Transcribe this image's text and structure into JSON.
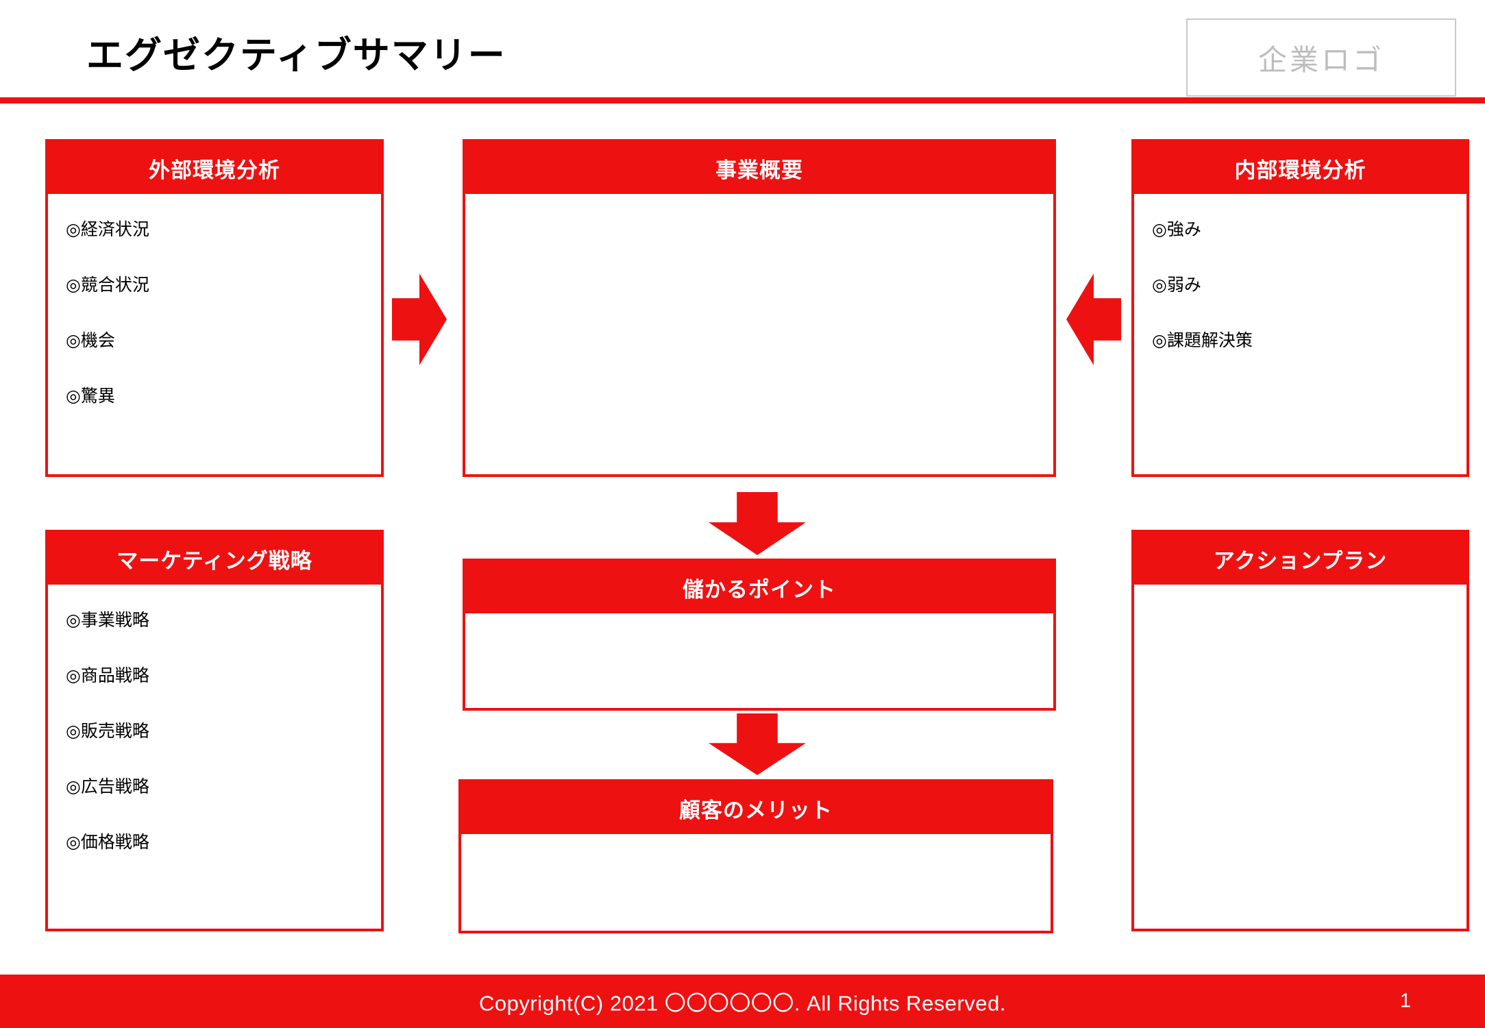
{
  "colors": {
    "accent": "#EE1111",
    "logo_border": "#C9C9C9",
    "logo_text": "#BDBDBD"
  },
  "header": {
    "title": "エグゼクティブサマリー",
    "logo_placeholder": "企業ロゴ"
  },
  "panels": {
    "external": {
      "title": "外部環境分析",
      "items": [
        "◎経済状況",
        "◎競合状況",
        "◎機会",
        "◎驚異"
      ]
    },
    "overview": {
      "title": "事業概要"
    },
    "internal": {
      "title": "内部環境分析",
      "items": [
        "◎強み",
        "◎弱み",
        "◎課題解決策"
      ]
    },
    "marketing": {
      "title": "マーケティング戦略",
      "items": [
        "◎事業戦略",
        "◎商品戦略",
        "◎販売戦略",
        "◎広告戦略",
        "◎価格戦略"
      ]
    },
    "profit": {
      "title": "儲かるポイント"
    },
    "merit": {
      "title": "顧客のメリット"
    },
    "action": {
      "title": "アクションプラン"
    }
  },
  "icons": {
    "arrow_right": "red block arrow pointing right",
    "arrow_left": "red block arrow pointing left",
    "arrow_down": "red block arrow pointing down"
  },
  "footer": {
    "copyright": "Copyright(C) 2021 〇〇〇〇〇〇. All Rights Reserved.",
    "page_number": "1"
  }
}
